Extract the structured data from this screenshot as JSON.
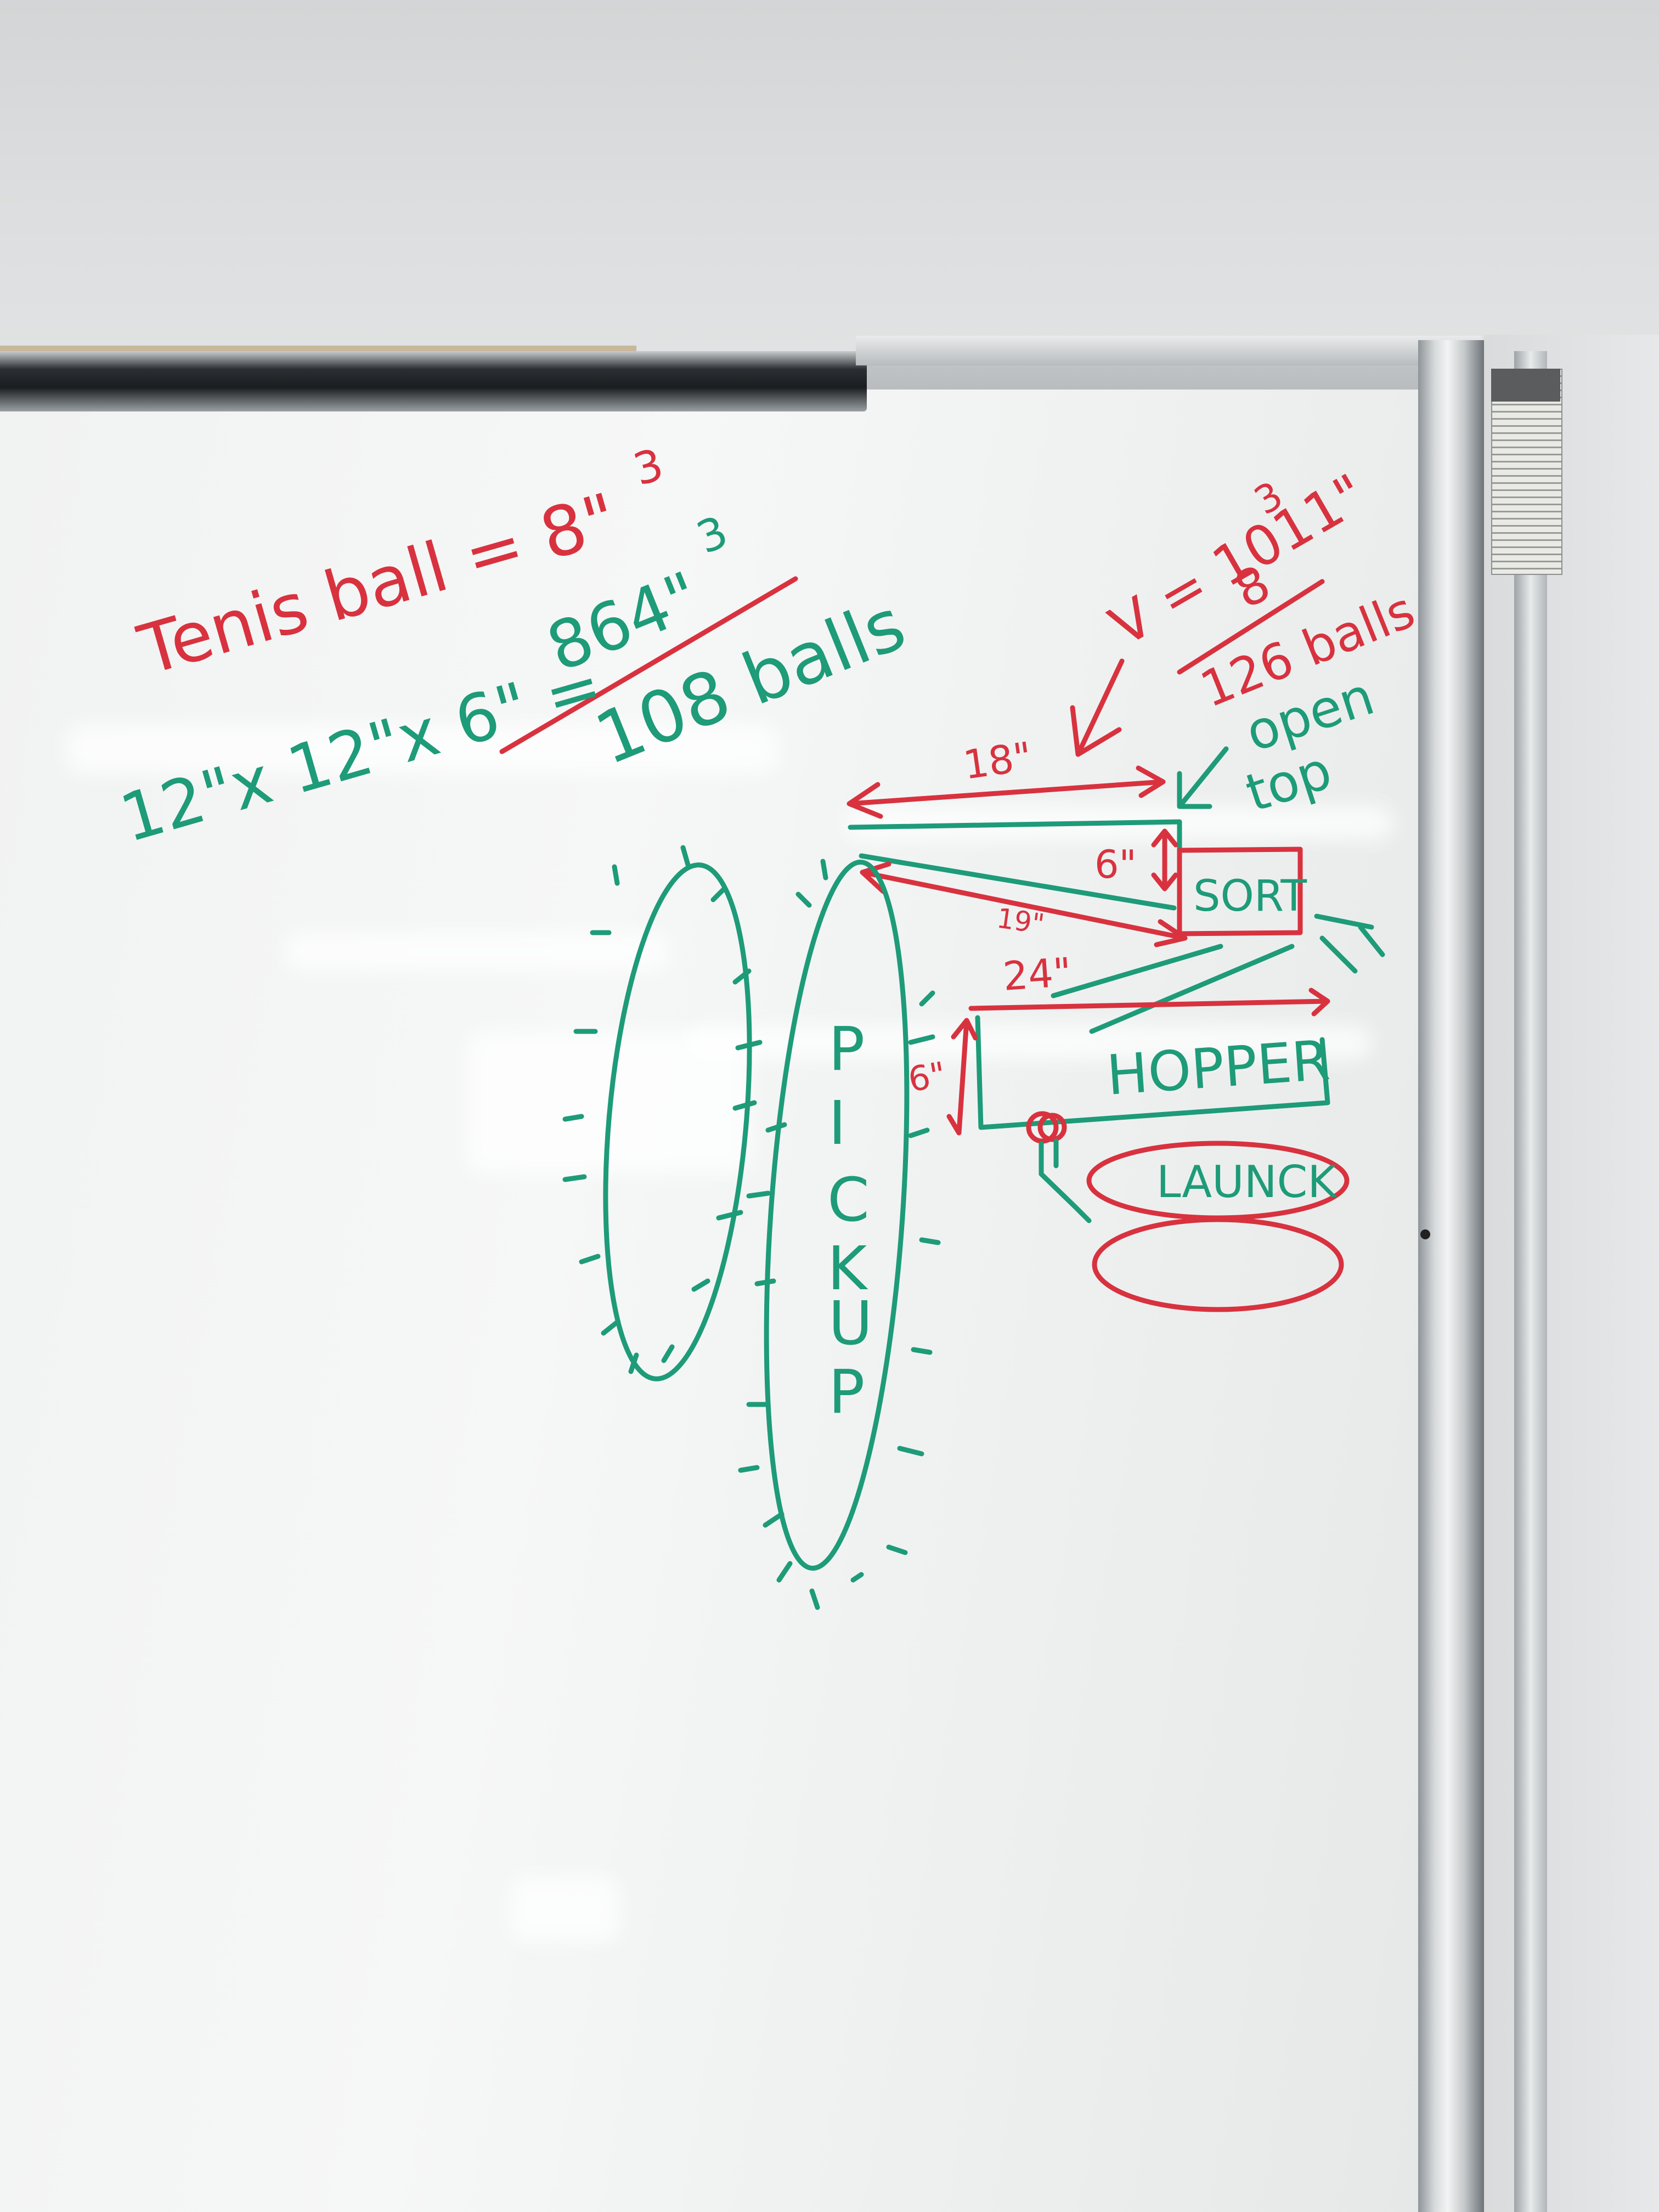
{
  "colors": {
    "red": "#d8323f",
    "green": "#1e9b78"
  },
  "whiteboard": {
    "line1": "Tenis ball = 8\"",
    "line1_exp": "3",
    "line2_dims": "12\"x 12\"x 6\" =",
    "line2_result": "864\"",
    "line2_exp": "3",
    "line3": "108 balls",
    "volume": "V = 1011\"",
    "volume_exp": "3",
    "divisor": "8",
    "balls_126": "126 balls",
    "open_top_1": "open",
    "open_top_2": "top",
    "dim_18": "18\"",
    "dim_6_sort": "6\"",
    "sort_label": "SORT",
    "dim_19": "19\"",
    "dim_24": "24\"",
    "dim_6_hopper": "6\"",
    "hopper_label": "HOPPER",
    "launch_label": "LAUNCK",
    "pickup_letters": [
      "P",
      "I",
      "C",
      "K",
      "U",
      "P"
    ]
  }
}
